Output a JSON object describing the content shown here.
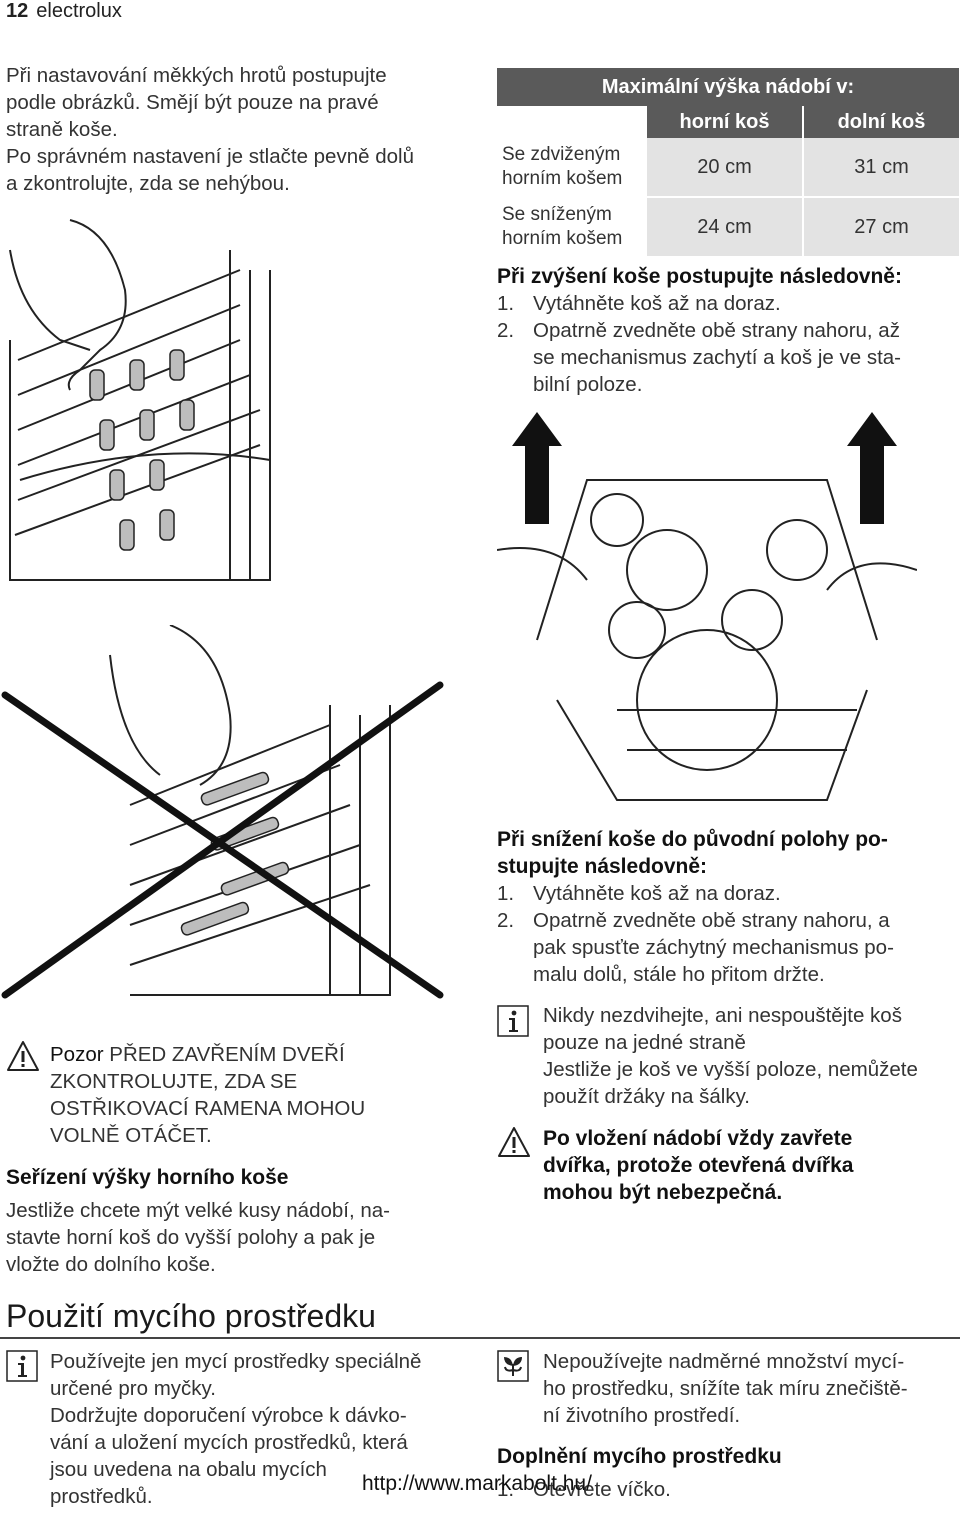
{
  "page": {
    "number": "12",
    "brand": "electrolux"
  },
  "intro_left": [
    "Při nastavování měkkých hrotů postupujte",
    "podle obrázků. Smějí být pouze na pravé",
    "straně koše.",
    "Po správném nastavení je stlačte pevně dolů",
    "a zkontrolujte, zda se nehýbou."
  ],
  "table": {
    "title": "Maximální výška nádobí v:",
    "col1": "horní koš",
    "col2": "dolní koš",
    "rows": [
      {
        "label1": "Se zdviženým",
        "label2": "horním košem",
        "v1": "20 cm",
        "v2": "31 cm"
      },
      {
        "label1": "Se sníženým",
        "label2": "horním košem",
        "v1": "24 cm",
        "v2": "27 cm"
      }
    ]
  },
  "raise": {
    "heading": "Při zvýšení koše postupujte následovně:",
    "step1_num": "1.",
    "step1": "Vytáhněte koš až na doraz.",
    "step2_num": "2.",
    "step2_lines": [
      "Opatrně zvedněte obě strany nahoru, až",
      "se mechanismus zachytí a koš je ve sta-",
      "bilní poloze."
    ]
  },
  "lower": {
    "heading_lines": [
      "Při snížení koše do původní polohy po-",
      "stupujte následovně:"
    ],
    "step1_num": "1.",
    "step1": "Vytáhněte koš až na doraz.",
    "step2_num": "2.",
    "step2_lines": [
      "Opatrně zvedněte obě strany nahoru, a",
      "pak spusťte záchytný mechanismus po-",
      "malu dolů, stále ho přitom držte."
    ]
  },
  "info_basket": [
    "Nikdy nezdvihejte, ani nespouštějte koš",
    "pouze na jedné straně",
    "Jestliže je koš ve vyšší poloze, nemůžete",
    "použít držáky na šálky."
  ],
  "warning_door": [
    "Po vložení nádobí vždy zavřete",
    "dvířka, protože otevřená dvířka",
    "mohou být nebezpečná."
  ],
  "caution": {
    "word": "Pozor",
    "lines": [
      "PŘED ZAVŘENÍM DVEŘÍ",
      "ZKONTROLUJTE, ZDA SE",
      "OSTŘIKOVACÍ RAMENA MOHOU",
      "VOLNĚ OTÁČET."
    ]
  },
  "height_adjust": {
    "heading": "Seřízení výšky horního koše",
    "lines": [
      "Jestliže chcete mýt velké kusy nádobí, na-",
      "stavte horní koš do vyšší polohy a pak je",
      "vložte do dolního koše."
    ]
  },
  "detergent": {
    "title": "Použití mycího prostředku",
    "info_lines": [
      "Používejte jen mycí prostředky speciálně",
      "určené pro myčky.",
      "Dodržujte doporučení výrobce k dávko-",
      "vání a uložení mycích prostředků, která",
      "jsou uvedena na obalu mycích",
      "prostředků."
    ],
    "env_lines": [
      "Nepoužívejte nadměrné množství mycí-",
      "ho prostředku, snížíte tak míru znečiště-",
      "ní životního prostředí."
    ],
    "refill_heading": "Doplnění mycího prostředku",
    "refill_step_num": "1.",
    "refill_step": "Otevřete víčko."
  },
  "footer_url": "http://www.markabolt.hu/",
  "icons": {
    "info": "info-icon",
    "warning": "warning-triangle-icon",
    "environment": "environment-leaf-icon"
  }
}
